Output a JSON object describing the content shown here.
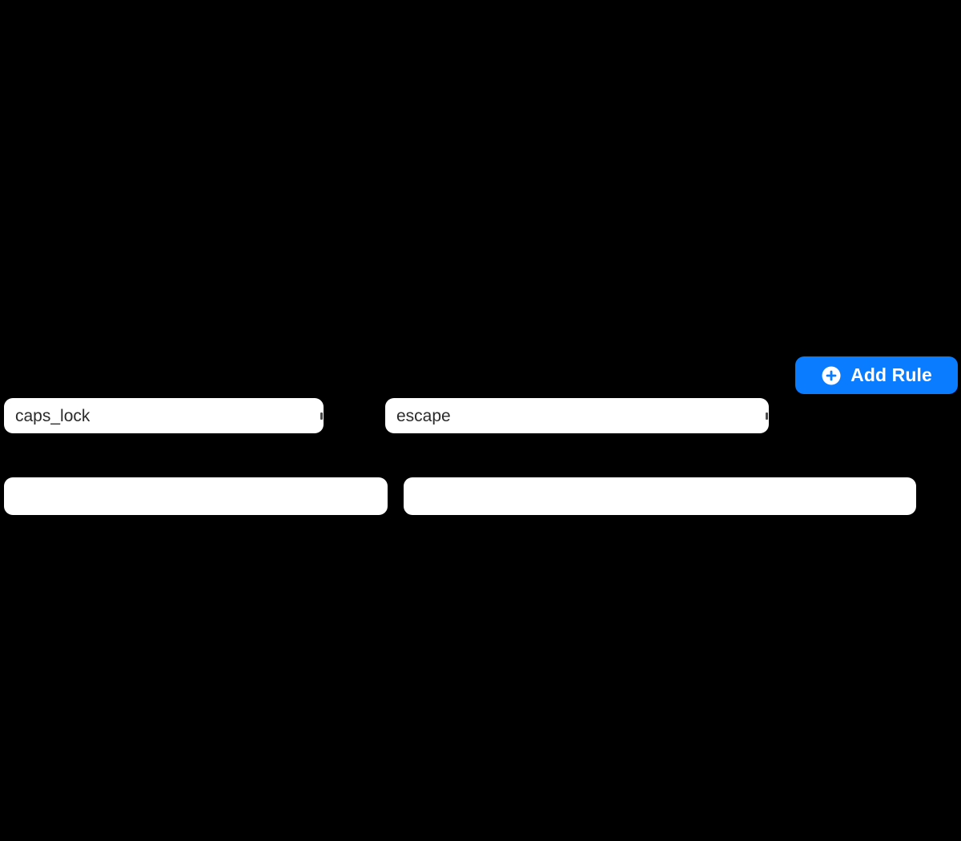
{
  "window": {
    "background_color": "#000000"
  },
  "toolbar": {
    "add_rule": {
      "label": "Add Rule",
      "icon": "plus-circle-icon",
      "background_color": "#0a7cff",
      "text_color": "#ffffff"
    }
  },
  "rules": [
    {
      "from_key": {
        "value": "caps_lock",
        "placeholder": "from key",
        "text_color": "#2b2b2b",
        "background_color": "#ffffff"
      },
      "to_key": {
        "value": "escape",
        "placeholder": "to key",
        "text_color": "#2b2b2b",
        "background_color": "#ffffff"
      },
      "from_options": {
        "value": "",
        "placeholder": "",
        "background_color": "#ffffff"
      },
      "to_options": {
        "value": "",
        "placeholder": "",
        "background_color": "#ffffff"
      }
    }
  ]
}
